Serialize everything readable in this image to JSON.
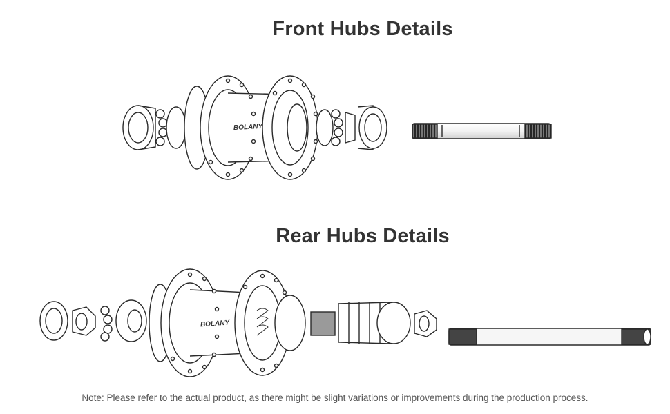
{
  "front": {
    "title": "Front Hubs Details",
    "brand": "BOLANY"
  },
  "rear": {
    "title": "Rear Hubs Details",
    "brand": "BOLANY"
  },
  "note": "Note: Please refer to the actual product, as there might be slight variations or improvements during the production process.",
  "colors": {
    "title": "#333333",
    "line": "#2a2a2a",
    "note": "#555555"
  },
  "icons": [
    "lock-nut-icon",
    "bearing-icon",
    "hub-body-icon",
    "axle-icon",
    "freehub-icon",
    "hex-nut-icon",
    "spring-icon"
  ]
}
